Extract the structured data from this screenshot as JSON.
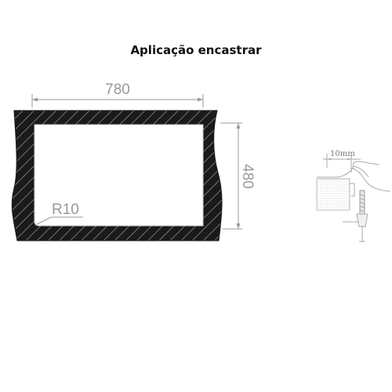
{
  "title": "Aplicação encastrar",
  "drawing": {
    "width_label": "780",
    "height_label": "480",
    "radius_label": "R10",
    "detail_label": "10mm"
  },
  "colors": {
    "frame": "#1a1a1a",
    "hatch": "#888888",
    "dimension": "#999999",
    "detail": "#aaaaaa"
  }
}
